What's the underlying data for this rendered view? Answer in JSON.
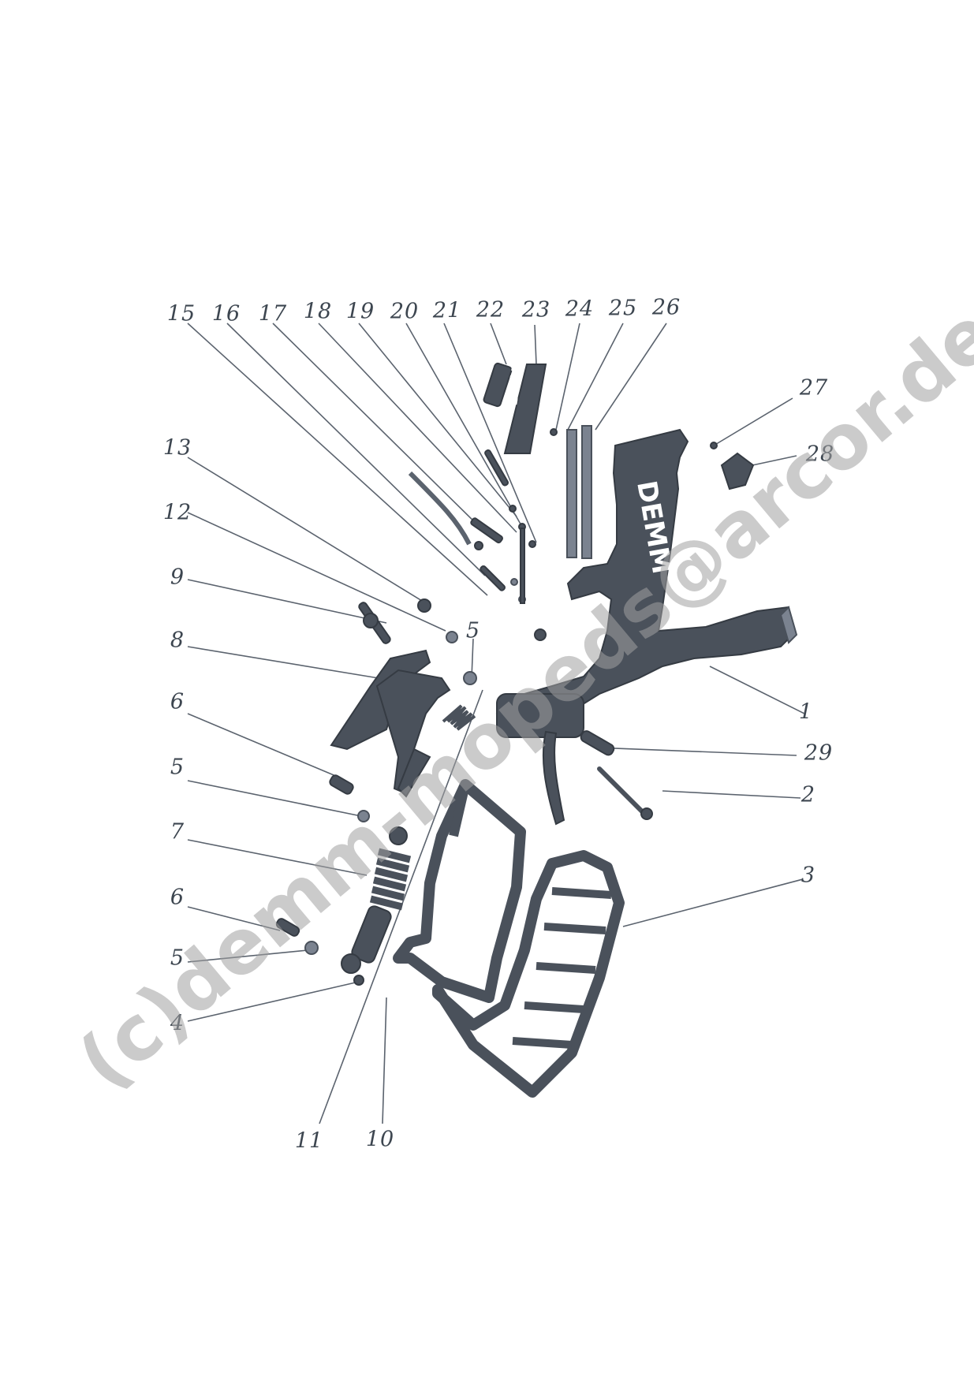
{
  "diagram": {
    "callouts": {
      "c15": "15",
      "c16": "16",
      "c17": "17",
      "c18": "18",
      "c19": "19",
      "c20": "20",
      "c21": "21",
      "c22": "22",
      "c23": "23",
      "c24": "24",
      "c25": "25",
      "c26": "26",
      "c27": "27",
      "c28": "28",
      "c13": "13",
      "c12": "12",
      "c9": "9",
      "c8": "8",
      "c5a": "5",
      "c6a": "6",
      "c5b": "5",
      "c7": "7",
      "c6b": "6",
      "c5c": "5",
      "c4": "4",
      "c1": "1",
      "c29": "29",
      "c2": "2",
      "c3": "3",
      "c11": "11",
      "c10": "10"
    },
    "frame_lettering": "DEMM",
    "emblem_lettering": "DEMM",
    "watermark": "(c)demm-mopeds@arcor.de"
  }
}
